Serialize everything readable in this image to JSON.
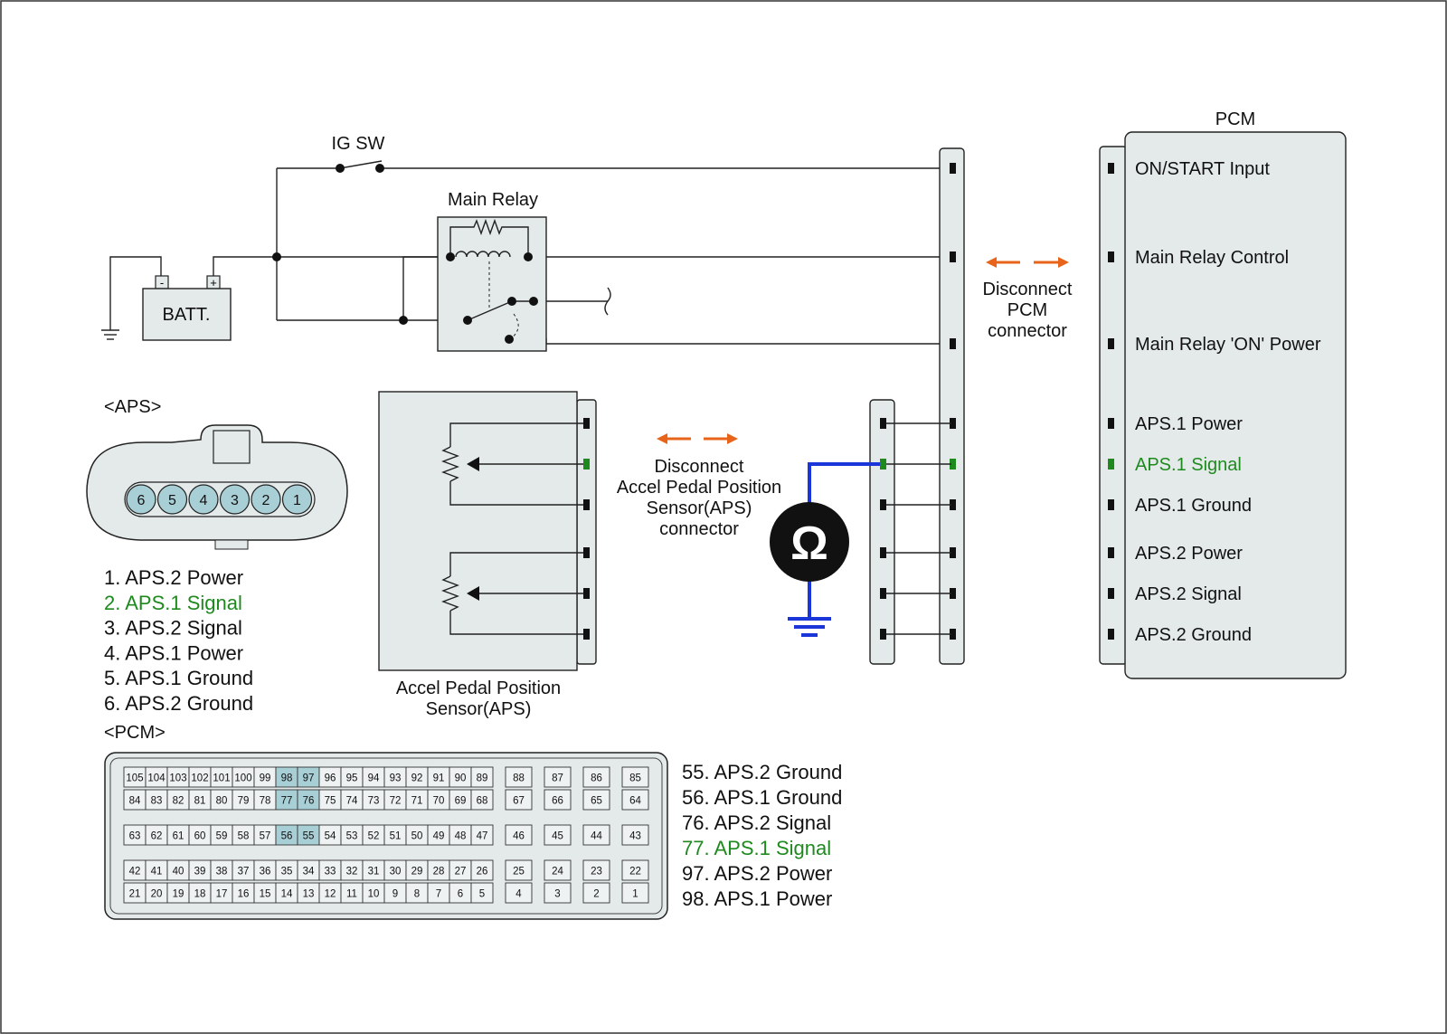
{
  "colors": {
    "panel": "#e4eaea",
    "highlight_pin": "#a9cfd6",
    "signal_green": "#1e8a1e",
    "meter_wire": "#1a35d8",
    "arrow": "#e8641a"
  },
  "top": {
    "ig_sw": "IG SW",
    "main_relay": "Main Relay",
    "batt": "BATT.",
    "batt_minus": "-",
    "batt_plus": "+",
    "disconnect_pcm": [
      "Disconnect",
      "PCM",
      "connector"
    ],
    "disconnect_aps": [
      "Disconnect",
      "Accel Pedal Position",
      "Sensor(APS)",
      "connector"
    ],
    "aps_sensor": [
      "Accel Pedal Position",
      "Sensor(APS)"
    ],
    "ohm": "Ω"
  },
  "pcm": {
    "title": "PCM",
    "terminals": [
      {
        "label": "ON/START Input",
        "highlight": false
      },
      {
        "label": "Main Relay Control",
        "highlight": false
      },
      {
        "label": "Main Relay 'ON' Power",
        "highlight": false
      },
      {
        "label": "APS.1 Power",
        "highlight": false
      },
      {
        "label": "APS.1 Signal",
        "highlight": true
      },
      {
        "label": "APS.1 Ground",
        "highlight": false
      },
      {
        "label": "APS.2 Power",
        "highlight": false
      },
      {
        "label": "APS.2 Signal",
        "highlight": false
      },
      {
        "label": "APS.2 Ground",
        "highlight": false
      }
    ]
  },
  "aps_connector": {
    "heading": "<APS>",
    "pins": [
      "6",
      "5",
      "4",
      "3",
      "2",
      "1"
    ],
    "legend": [
      {
        "text": "1. APS.2 Power",
        "highlight": false
      },
      {
        "text": "2. APS.1 Signal",
        "highlight": true
      },
      {
        "text": "3. APS.2 Signal",
        "highlight": false
      },
      {
        "text": "4. APS.1 Power",
        "highlight": false
      },
      {
        "text": "5. APS.1 Ground",
        "highlight": false
      },
      {
        "text": "6. APS.2 Ground",
        "highlight": false
      }
    ]
  },
  "pcm_connector": {
    "heading": "<PCM>",
    "rows": [
      {
        "main": [
          "105",
          "104",
          "103",
          "102",
          "101",
          "100",
          "99",
          "98",
          "97",
          "96",
          "95",
          "94",
          "93",
          "92",
          "91",
          "90",
          "89"
        ],
        "side": [
          "88",
          "87",
          "86",
          "85"
        ]
      },
      {
        "main": [
          "84",
          "83",
          "82",
          "81",
          "80",
          "79",
          "78",
          "77",
          "76",
          "75",
          "74",
          "73",
          "72",
          "71",
          "70",
          "69",
          "68"
        ],
        "side": [
          "67",
          "66",
          "65",
          "64"
        ]
      },
      {
        "main": [
          "63",
          "62",
          "61",
          "60",
          "59",
          "58",
          "57",
          "56",
          "55",
          "54",
          "53",
          "52",
          "51",
          "50",
          "49",
          "48",
          "47"
        ],
        "side": [
          "46",
          "45",
          "44",
          "43"
        ]
      },
      {
        "main": [
          "42",
          "41",
          "40",
          "39",
          "38",
          "37",
          "36",
          "35",
          "34",
          "33",
          "32",
          "31",
          "30",
          "29",
          "28",
          "27",
          "26"
        ],
        "side": [
          "25",
          "24",
          "23",
          "22"
        ]
      },
      {
        "main": [
          "21",
          "20",
          "19",
          "18",
          "17",
          "16",
          "15",
          "14",
          "13",
          "12",
          "11",
          "10",
          "9",
          "8",
          "7",
          "6",
          "5"
        ],
        "side": [
          "4",
          "3",
          "2",
          "1"
        ]
      }
    ],
    "highlighted": [
      "98",
      "97",
      "77",
      "76",
      "56",
      "55"
    ],
    "legend": [
      {
        "text": "55. APS.2 Ground",
        "highlight": false
      },
      {
        "text": "56. APS.1 Ground",
        "highlight": false
      },
      {
        "text": "76. APS.2 Signal",
        "highlight": false
      },
      {
        "text": "77. APS.1 Signal",
        "highlight": true
      },
      {
        "text": "97. APS.2 Power",
        "highlight": false
      },
      {
        "text": "98. APS.1 Power",
        "highlight": false
      }
    ]
  }
}
